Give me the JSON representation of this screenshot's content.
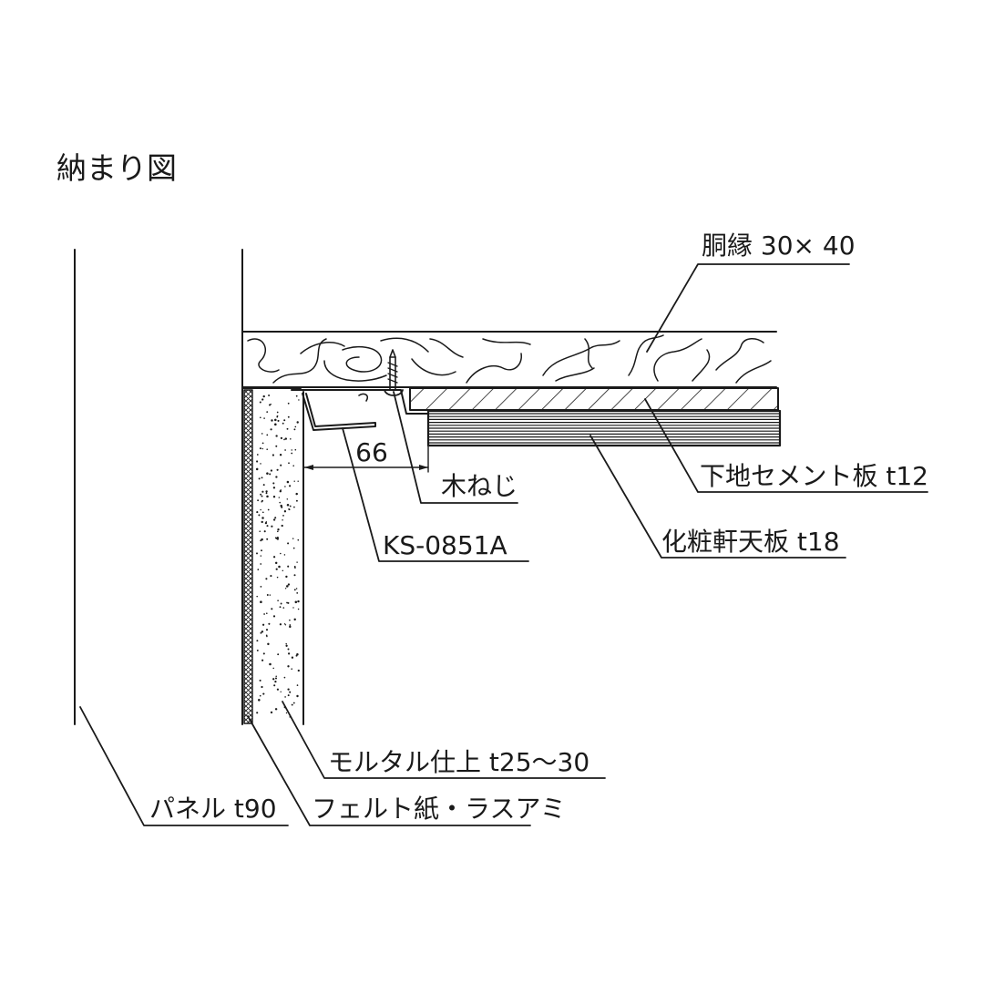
{
  "title": "納まり図",
  "labels": {
    "furring_strip": "胴縁 30× 40",
    "cement_board": "下地セメント板 t12",
    "ceiling_board": "化粧軒天板 t18",
    "wood_screw": "木ねじ",
    "bracket": "KS-0851A",
    "mortar": "モルタル仕上 t25～30",
    "felt_lath": "フェルト紙・ラスアミ",
    "panel": "パネル t90"
  },
  "dimension": "66",
  "colors": {
    "ink": "#1a1a1a",
    "background": "#ffffff"
  }
}
